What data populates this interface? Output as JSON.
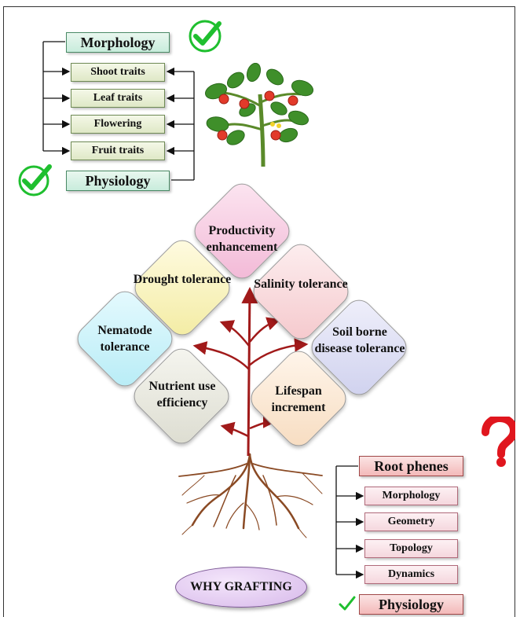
{
  "morphology_panel": {
    "title": "Morphology",
    "traits": [
      "Shoot traits",
      "Leaf traits",
      "Flowering",
      "Fruit traits"
    ],
    "physiology": "Physiology"
  },
  "benefits": {
    "productivity": "Productivity enhancement",
    "drought": "Drought tolerance",
    "salinity": "Salinity tolerance",
    "nematode": "Nematode tolerance",
    "soil_borne": "Soil borne disease tolerance",
    "nutrient": "Nutrient use efficiency",
    "lifespan": "Lifespan increment"
  },
  "root_panel": {
    "title": "Root phenes",
    "items": [
      "Morphology",
      "Geometry",
      "Topology",
      "Dynamics"
    ],
    "physiology": "Physiology"
  },
  "center_label": "WHY GRAFTING",
  "colors": {
    "check_green": "#1fbf2f",
    "question_red": "#e0161e",
    "arrow_red": "#a11a1a",
    "root_brown": "#8a4a24"
  },
  "icons": [
    "check-icon",
    "question-mark-icon",
    "tomato-plant-icon",
    "roots-icon"
  ]
}
